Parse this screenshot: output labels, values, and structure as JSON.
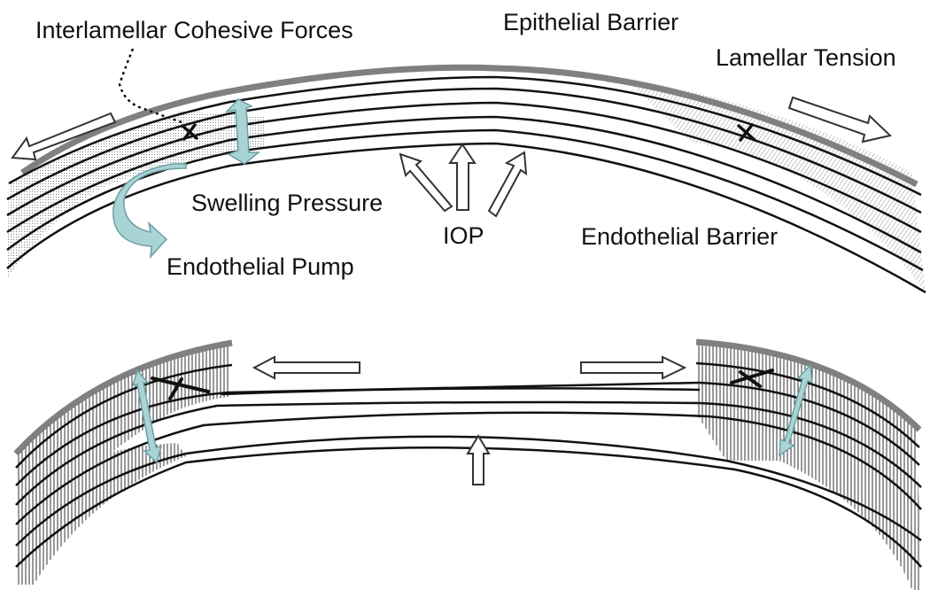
{
  "labels": {
    "cohesive": "Interlamellar Cohesive Forces",
    "epithelial": "Epithelial Barrier",
    "tension": "Lamellar Tension",
    "swelling": "Swelling Pressure",
    "iop": "IOP",
    "endo_barrier": "Endothelial Barrier",
    "endo_pump": "Endothelial Pump"
  },
  "colors": {
    "epithelium": "#808080",
    "lamella_line": "#111111",
    "hatch": "#555555",
    "light_arrow": "#a9d4d6",
    "light_arrow_stroke": "#6d9ea2",
    "open_arrow_fill": "#ffffff",
    "open_arrow_stroke": "#333333"
  }
}
